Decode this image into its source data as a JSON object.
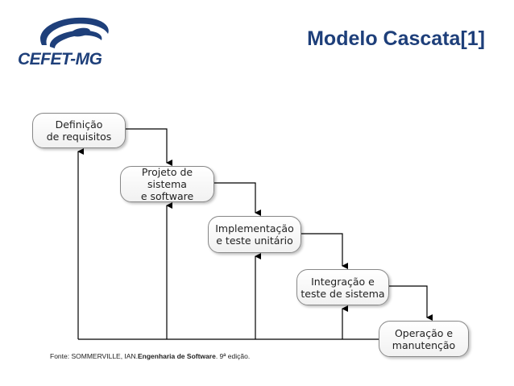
{
  "header": {
    "logo_text": "CEFET-MG",
    "title": "Modelo Cascata[1]"
  },
  "diagram": {
    "stages": [
      {
        "line1": "Definição",
        "line2": "de requisitos"
      },
      {
        "line1": "Projeto de sistema",
        "line2": "e software"
      },
      {
        "line1": "Implementação",
        "line2": "e teste unitário"
      },
      {
        "line1": "Integração e",
        "line2": "teste de sistema"
      },
      {
        "line1": "Operação e",
        "line2": "manutenção"
      }
    ]
  },
  "source": {
    "prefix": "Fonte: SOMMERVILLE, IAN.",
    "bold": "Engenharia de Software",
    "suffix": ". 9ª edição."
  },
  "colors": {
    "brand": "#1e3f7a",
    "line": "#000000",
    "box_border": "#888888"
  }
}
